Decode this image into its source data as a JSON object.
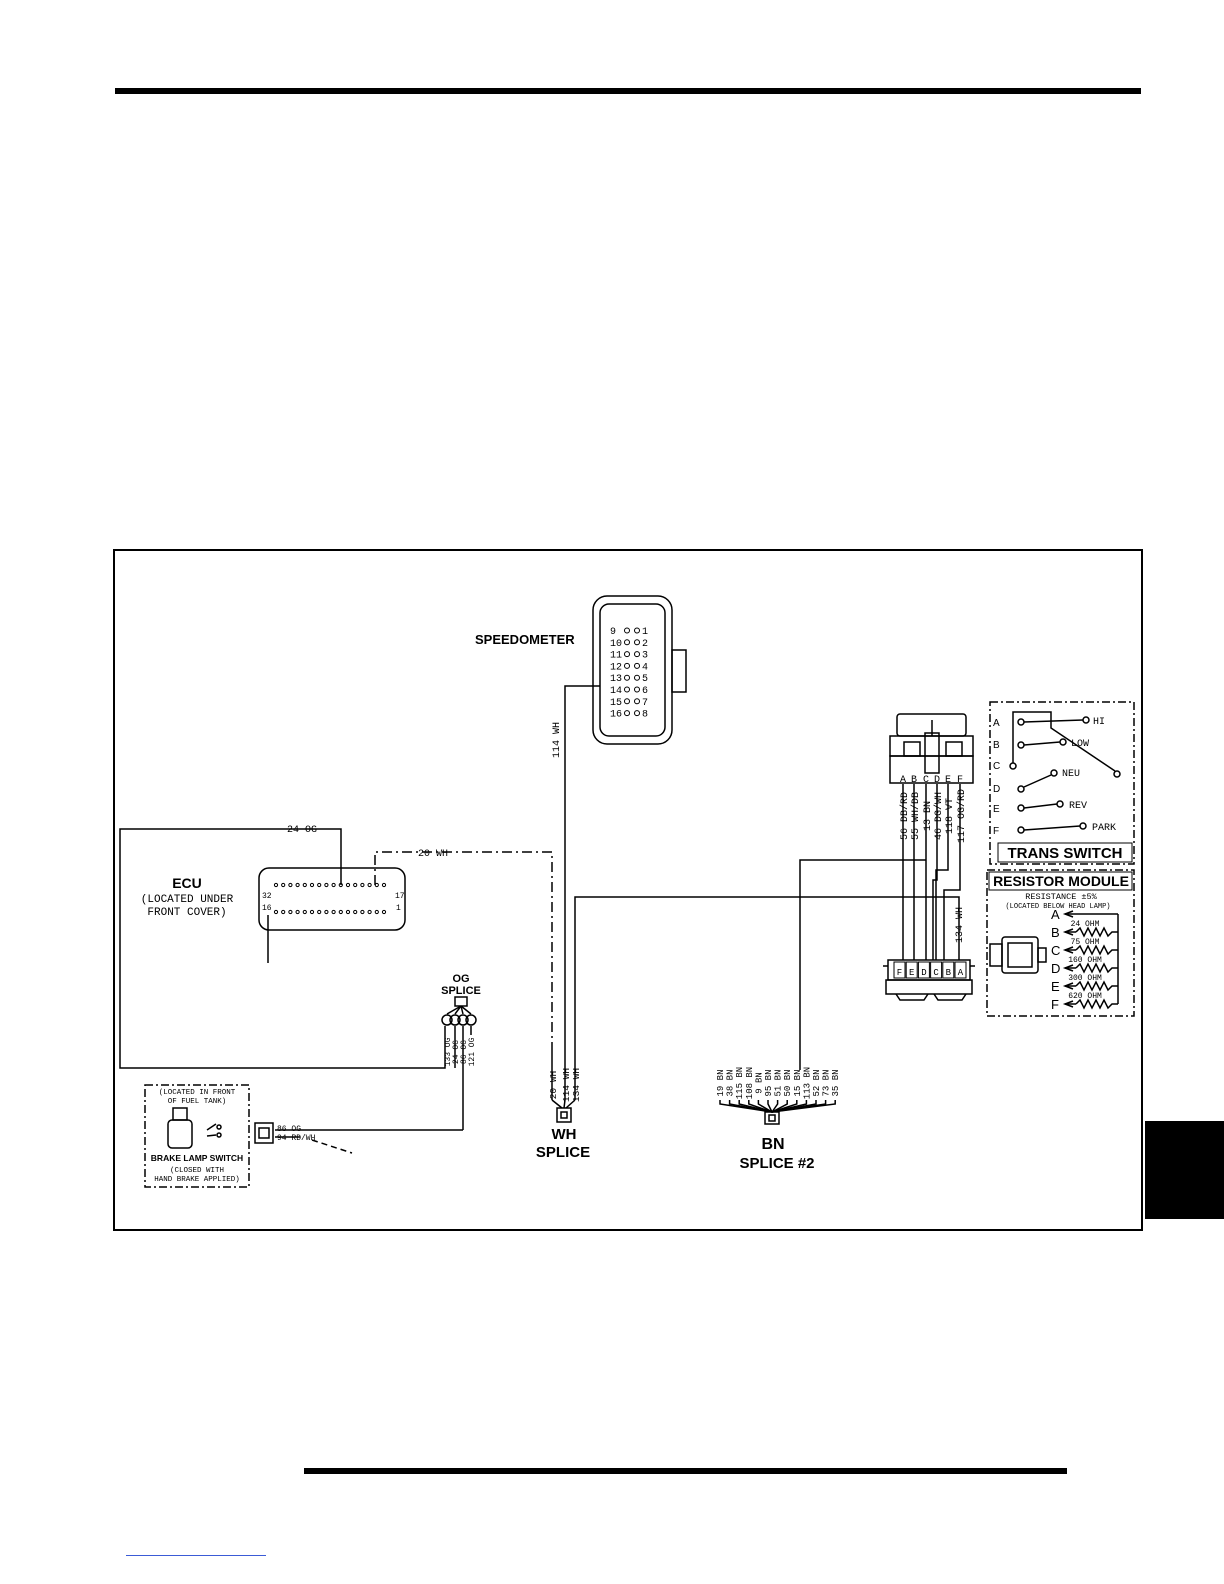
{
  "diagram": {
    "speedometer": {
      "label": "SPEEDOMETER",
      "pins_left": [
        "9",
        "10",
        "11",
        "12",
        "13",
        "14",
        "15",
        "16"
      ],
      "pins_right": [
        "1",
        "2",
        "3",
        "4",
        "5",
        "6",
        "7",
        "8"
      ]
    },
    "ecu": {
      "label": "ECU",
      "note_line1": "(LOCATED UNDER",
      "note_line2": "FRONT COVER)",
      "pin_32": "32",
      "pin_17": "17",
      "pin_16": "16",
      "pin_1": "1"
    },
    "wires": {
      "w114": "114 WH",
      "w24": "24 OG",
      "w20": "20 WH",
      "w134": "134 WH"
    },
    "og_splice": {
      "label1": "OG",
      "label2": "SPLICE",
      "wires": [
        "133 OG",
        "24 OG",
        "86 OG",
        "121 OG"
      ]
    },
    "wh_splice": {
      "label1": "WH",
      "label2": "SPLICE",
      "wires": [
        "20 WH",
        "114 WH",
        "134 WH"
      ]
    },
    "bn_splice": {
      "label1": "BN",
      "label2": "SPLICE #2",
      "wires": [
        "19 BN",
        "38 BN",
        "115 BN",
        "108 BN",
        "9 BN",
        "95 BN",
        "51 BN",
        "50 BN",
        "15 BN",
        "113 BN",
        "52 BN",
        "73 BN",
        "35 BN"
      ]
    },
    "brake_lamp": {
      "located1": "(LOCATED IN FRONT",
      "located2": "OF FUEL TANK)",
      "label": "BRAKE LAMP SWITCH",
      "note1": "(CLOSED WITH",
      "note2": "HAND BRAKE APPLIED)",
      "wire1": "86 OG",
      "wire2": "94 RD/WH"
    },
    "trans_connector": {
      "pins": [
        "A",
        "B",
        "C",
        "D",
        "E",
        "F"
      ],
      "bottom_pins": [
        "F",
        "E",
        "D",
        "C",
        "B",
        "A"
      ],
      "wires": [
        "56 DB/RD",
        "55 WH/DB",
        "13 BN",
        "46 DG/WH",
        "118 VT",
        "117 OG/RD"
      ]
    },
    "trans_switch": {
      "title": "TRANS SWITCH",
      "pins": [
        "A",
        "B",
        "C",
        "D",
        "E",
        "F"
      ],
      "positions": [
        "HI",
        "LOW",
        "NEU",
        "REV",
        "PARK"
      ]
    },
    "resistor_module": {
      "title": "RESISTOR MODULE",
      "resistance": "RESISTANCE ±5%",
      "location": "(LOCATED BELOW HEAD LAMP)",
      "pins": [
        "A",
        "B",
        "C",
        "D",
        "E",
        "F"
      ],
      "values": [
        "24 OHM",
        "75 OHM",
        "160 OHM",
        "300 OHM",
        "620 OHM"
      ]
    }
  }
}
